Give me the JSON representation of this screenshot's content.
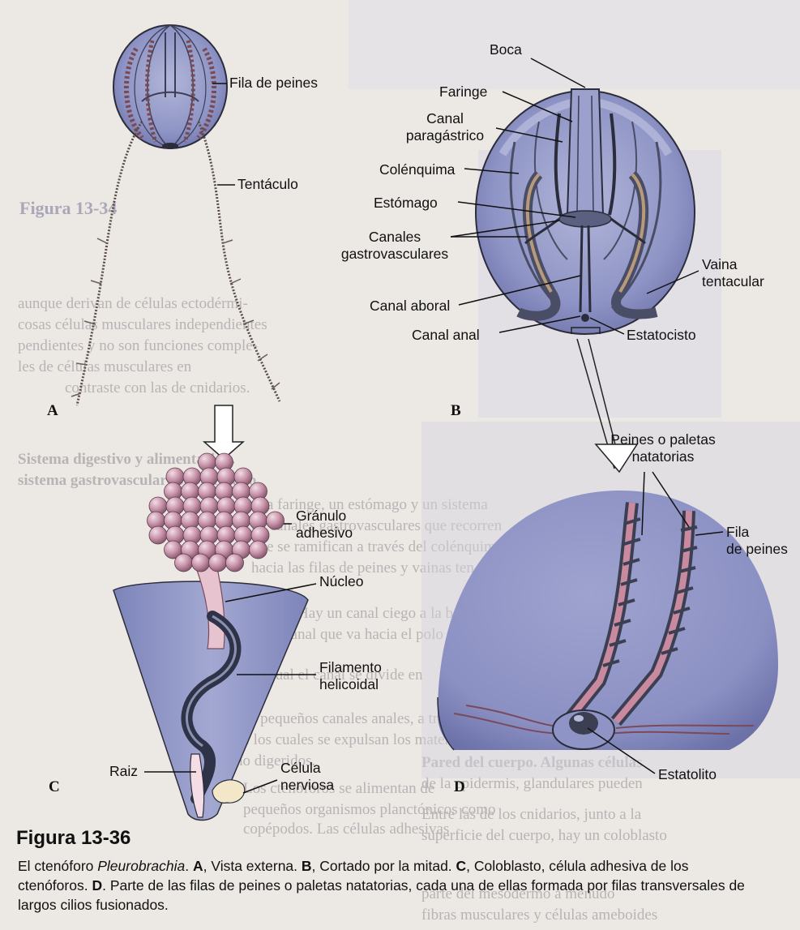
{
  "figure": {
    "title": "Figura 13-36",
    "caption_plain1": "El ctenóforo ",
    "caption_italic": "Pleurobrachia",
    "caption_plain2": ". ",
    "caption_A": "A",
    "caption_A_text": ", Vista externa. ",
    "caption_B": "B",
    "caption_B_text": ", Cortado por la mitad. ",
    "caption_C": "C",
    "caption_C_text": ", Coloblasto, célula adhesiva de los ctenóforos. ",
    "caption_D": "D",
    "caption_D_text": ". Parte de las filas de peines o paletas natatorias, cada una de ellas formada por filas transversales de largos cilios fusionados."
  },
  "panels": {
    "A": "A",
    "B": "B",
    "C": "C",
    "D": "D"
  },
  "labels": {
    "a_fila": "Fila de peines",
    "a_tentaculo": "Tentáculo",
    "b_boca": "Boca",
    "b_faringe": "Faringe",
    "b_canal_para_1": "Canal",
    "b_canal_para_2": "paragástrico",
    "b_colenquima": "Colénquima",
    "b_estomago": "Estómago",
    "b_canales_1": "Canales",
    "b_canales_2": "gastrovasculares",
    "b_vaina_1": "Vaina",
    "b_vaina_2": "tentacular",
    "b_aboral": "Canal aboral",
    "b_anal": "Canal anal",
    "b_estatocisto": "Estatocisto",
    "c_granulo_1": "Gránulo",
    "c_granulo_2": "adhesivo",
    "c_nucleo": "Núcleo",
    "c_filamento_1": "Filamento",
    "c_filamento_2": "helicoidal",
    "c_raiz": "Raiz",
    "c_celula_1": "Célula",
    "c_celula_2": "nerviosa",
    "d_peines_1": "Peines o paletas",
    "d_peines_2": "natatorias",
    "d_fila_1": "Fila",
    "d_fila_2": "de peines",
    "d_estatolito": "Estatolito"
  },
  "colors": {
    "body_fill": "#8c93c4",
    "pink": "#c98aa0",
    "bead": "#c99aae",
    "dark": "#3c3f52",
    "paper": "#ece8e4"
  },
  "background_page_lines": [
    "Figura 13-34",
    "aunque derivan de células ectodérmi-",
    "cosas células musculares independientes",
    "pendientes y no son funciones comple-",
    "les de células musculares en",
    "contraste con las de cnidarios.",
    "Sistema digestivo y alimentación.",
    "sistema gastrovascular está formado",
    "una faringe, un estómago y un sistema",
    "de canales gastrovasculares que recorren",
    "que se ramifican a través del colénquima",
    "hacia las filas de peines y vainas ten-",
    "taculares. Hay un canal ciego a la boca",
    "Hay un canal que va hacia el polo aboral",
    "en el cual el canal se divide en",
    "dos pequeños canales anales, a través",
    "de los cuales se expulsan los materiales",
    "no digeridos.",
    "Los ctenóforos se alimentan de",
    "pequeños organismos planctónicos como",
    "copépodos. Las células adhesivas",
    "Pared del cuerpo. Algunas células",
    "de la epidermis, glandulares pueden",
    "Entre las de los cnidarios, junto a la",
    "superficie del cuerpo, hay un coloblasto",
    "parte del mesodermo a menudo",
    "fibras musculares y células ameboides"
  ]
}
